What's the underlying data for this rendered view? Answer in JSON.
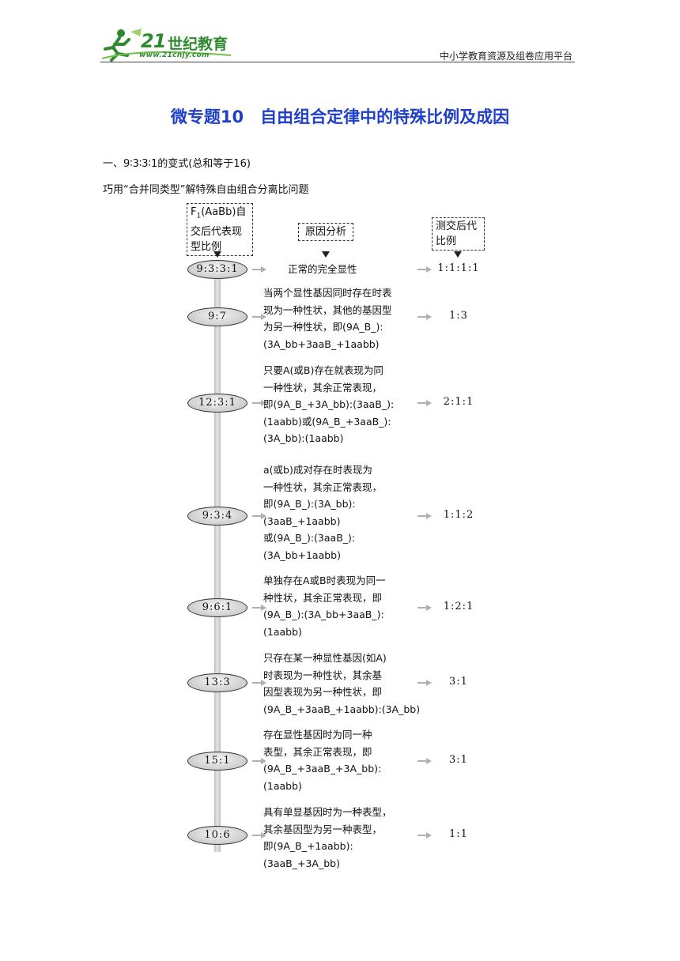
{
  "header": {
    "logo_number": "21",
    "logo_text": "世纪教育",
    "logo_url": "www.21cnjy.com",
    "site_name": "中小学教育资源及组卷应用平台"
  },
  "title": "微专题10　自由组合定律中的特殊比例及成因",
  "section_heading": "一、9∶3∶3∶1的变式(总和等于16)",
  "tip": "巧用“合并同类型”解特殊自由组合分离比问题",
  "diagram": {
    "col_headers": {
      "f1": {
        "line1": "F",
        "sub": "1",
        "line1_rest": "(AaBb)自",
        "line2": "交后代表现",
        "line3": "型比例"
      },
      "cause": "原因分析",
      "test": {
        "line1": "测交后代",
        "line2": "比例"
      }
    },
    "rows": [
      {
        "ratio": "9:3:3:1",
        "desc": [
          "正常的完全显性"
        ],
        "test": "1:1:1:1"
      },
      {
        "ratio": "9:7",
        "desc": [
          "当两个显性基因同时存在时表",
          "现为一种性状，其他的基因型",
          "为另一种性状，即(9A_B_):",
          "(3A_bb+3aaB_+1aabb)"
        ],
        "test": "1:3"
      },
      {
        "ratio": "12:3:1",
        "desc": [
          "只要A(或B)存在就表现为同",
          "一种性状，其余正常表现，",
          "即(9A_B_+3A_bb):(3aaB_):",
          "(1aabb)或(9A_B_+3aaB_):",
          "(3A_bb):(1aabb)"
        ],
        "test": "2:1:1"
      },
      {
        "ratio": "9:3:4",
        "desc": [
          "a(或b)成对存在时表现为",
          "一种性状，其余正常表现，",
          "即(9A_B_):(3A_bb):",
          "(3aaB_+1aabb)",
          "或(9A_B_):(3aaB_):",
          "(3A_bb+1aabb)"
        ],
        "test": "1:1:2"
      },
      {
        "ratio": "9:6:1",
        "desc": [
          "单独存在A或B时表现为同一",
          "种性状，其余正常表现，即",
          "(9A_B_):(3A_bb+3aaB_):",
          "(1aabb)"
        ],
        "test": "1:2:1"
      },
      {
        "ratio": "13:3",
        "desc": [
          "只存在某一种显性基因(如A)",
          "时表现为一种性状，其余基",
          "因型表现为另一种性状，即",
          "(9A_B_+3aaB_+1aabb):(3A_bb)"
        ],
        "test": "3:1"
      },
      {
        "ratio": "15:1",
        "desc": [
          "存在显性基因时为同一种",
          "表型，其余正常表现，即",
          "(9A_B_+3aaB_+3A_bb):",
          "(1aabb)"
        ],
        "test": "3:1"
      },
      {
        "ratio": "10:6",
        "desc": [
          "具有单显基因时为一种表型，",
          "其余基因型为另一种表型，",
          "即(9A_B_+1aabb):",
          "(3aaB_+3A_bb)"
        ],
        "test": "1:1"
      }
    ]
  }
}
